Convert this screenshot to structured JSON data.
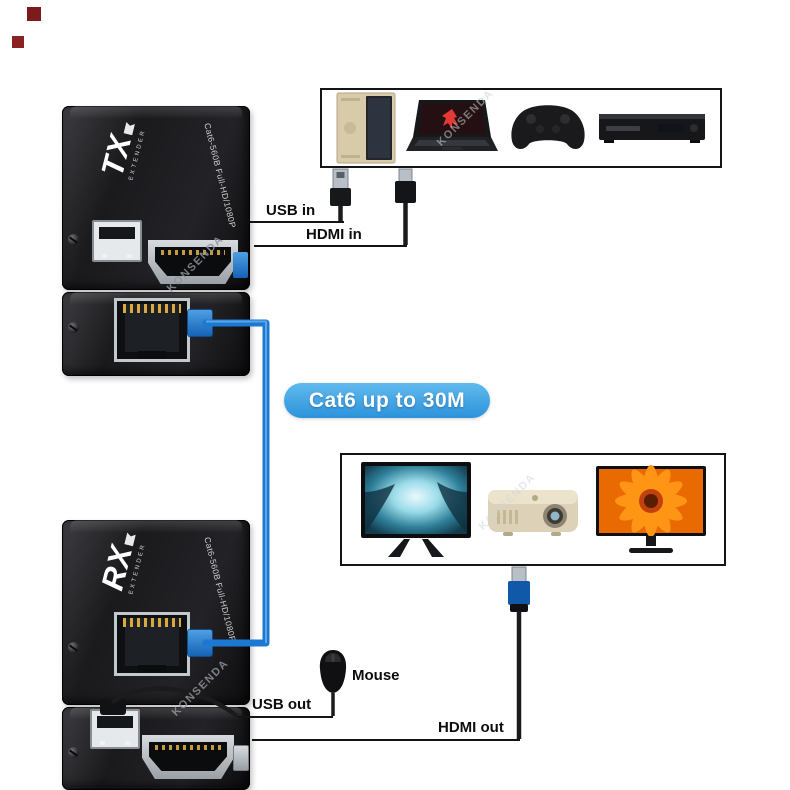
{
  "watermark": "KONSENDA",
  "tx_unit": {
    "model": "TX",
    "brand_small": "EXTENDER",
    "spec": "Cat6-560B Full-HD/1080P"
  },
  "rx_unit": {
    "model": "RX",
    "brand_small": "EXTENDER",
    "spec": "Cat6-560B Full-HD/1080P"
  },
  "labels": {
    "usb_in": "USB in",
    "hdmi_in": "HDMI in",
    "cat6": "Cat6 up to 30M",
    "mouse": "Mouse",
    "usb_out": "USB out",
    "hdmi_out": "HDMI out"
  },
  "sources": {
    "items": [
      "pc-tower-icon",
      "gaming-laptop-icon",
      "game-controller-icon",
      "dvd-player-icon"
    ]
  },
  "displays": {
    "items": [
      "tv-icon",
      "projector-icon",
      "monitor-icon"
    ]
  },
  "colors": {
    "cable_blue": "#1d78d2",
    "cat6_badge_blue": "#3da4e4",
    "deco_red": "#7b1b1b",
    "device_black": "#1c1c1c"
  }
}
